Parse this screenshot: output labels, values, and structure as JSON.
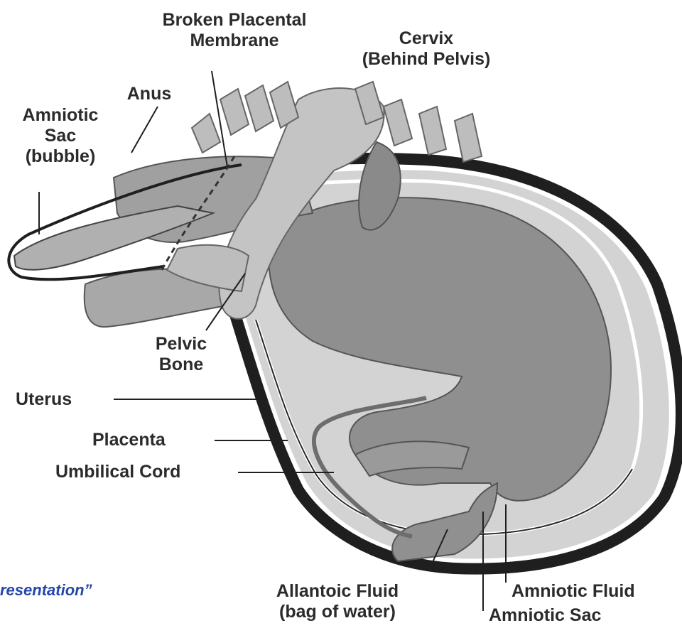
{
  "diagram": {
    "labels": {
      "broken_membrane": [
        "Broken Placental",
        "Membrane"
      ],
      "cervix": [
        "Cervix",
        "(Behind Pelvis)"
      ],
      "anus": "Anus",
      "amniotic_sac_bubble": [
        "Amniotic",
        "Sac",
        "(bubble)"
      ],
      "pelvic_bone": [
        "Pelvic",
        "Bone"
      ],
      "uterus": "Uterus",
      "placenta": "Placenta",
      "umbilical_cord": "Umbilical Cord",
      "allantoic_fluid": [
        "Allantoic Fluid",
        "(bag of water)"
      ],
      "amniotic_fluid": "Amniotic Fluid",
      "amniotic_sac": "Amniotic Sac"
    },
    "caption": "resentation”",
    "colors": {
      "uterus_wall": "#1f1f1f",
      "fluid": "#d3d3d3",
      "calf": "#8f8f8f",
      "bone": "#c4c4c4",
      "caption": "#2346a8"
    }
  }
}
